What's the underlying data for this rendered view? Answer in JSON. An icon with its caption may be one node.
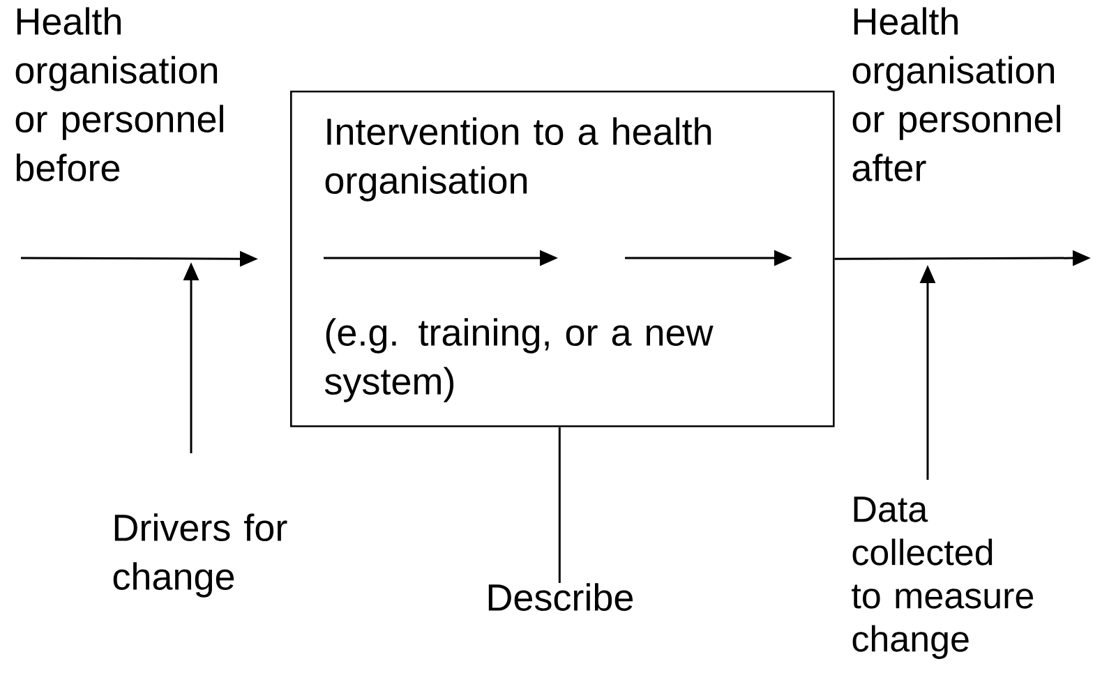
{
  "diagram": {
    "nodes": [
      {
        "text": [
          "Health organisation or personnel before"
        ]
      },
      {
        "text": [
          "Intervention to a health organisation",
          "(e.g. training, or a new system)"
        ]
      },
      {
        "text": [
          "Health organisation or personnel after"
        ]
      },
      {
        "text": [
          "Drivers for change"
        ]
      },
      {
        "text": [
          "Describe"
        ]
      },
      {
        "text": [
          "Data collected to measure change"
        ]
      }
    ],
    "edges": [
      {
        "from": null,
        "to": 1,
        "arrow": "to"
      },
      {
        "from": 1,
        "to": null,
        "arrow": "to"
      },
      {
        "from": 3,
        "to": null,
        "arrow": "to"
      },
      {
        "from": 1,
        "to": 4,
        "arrow": "none"
      },
      {
        "from": 5,
        "to": null,
        "arrow": "to"
      }
    ]
  }
}
